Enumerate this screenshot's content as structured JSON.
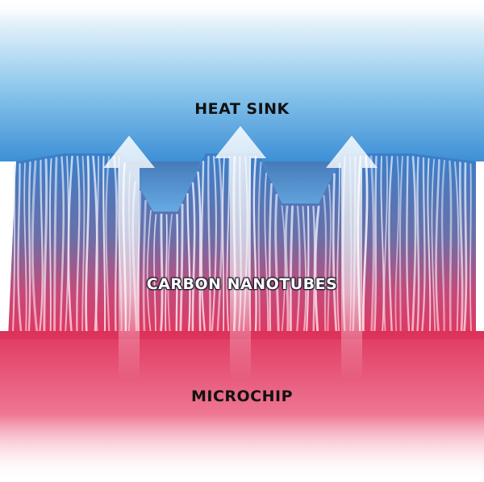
{
  "labels": {
    "heat_sink": "HEAT SINK",
    "nanotubes": "CARBON NANOTUBES",
    "microchip": "MICROCHIP"
  },
  "colors": {
    "heat_sink_top": "#e9f4fb",
    "heat_sink_mid": "#8cc7ec",
    "heat_sink_bottom": "#3d8fd6",
    "heat_sink_channel": "#2f6fb8",
    "microchip_top": "#e0385f",
    "microchip_bottom": "#fbe3e9",
    "tube_highlight": "#ffffff",
    "arrow": "#ffffff"
  },
  "icons": {
    "heat_flow": "arrow-up-icon"
  }
}
